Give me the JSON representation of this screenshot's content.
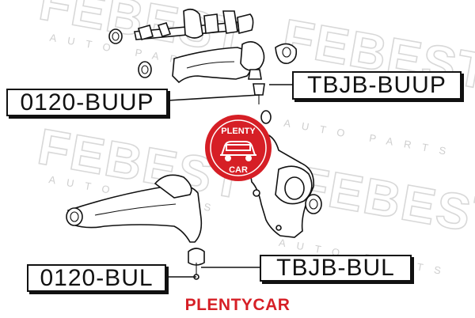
{
  "watermark": {
    "brand_text": "FEBEST",
    "subtitle_text": "AUTO PARTS"
  },
  "callouts": {
    "upper_arm_bushing": "0120-BUUP",
    "upper_ball_joint_boot": "TBJB-BUUP",
    "lower_arm_bushing": "0120-BUL",
    "lower_ball_joint_boot": "TBJB-BUL"
  },
  "stamp": {
    "top_text": "PLENTY",
    "bottom_text": "CAR",
    "color": "#d61f26"
  },
  "footer": {
    "brand": "PLENTYCAR",
    "color": "#d61f26"
  }
}
